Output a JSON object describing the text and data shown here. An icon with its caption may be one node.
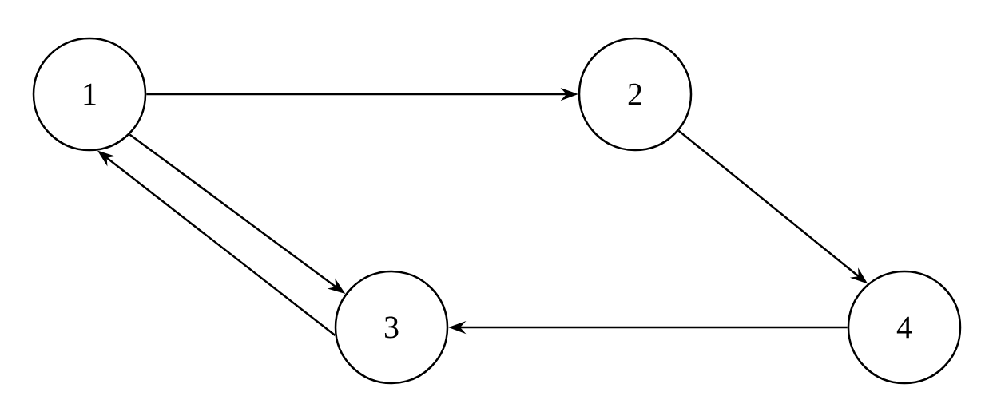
{
  "diagram": {
    "nodes": [
      {
        "text": [
          "1"
        ]
      },
      {
        "text": [
          "2"
        ]
      },
      {
        "text": [
          "3"
        ]
      },
      {
        "text": [
          "4"
        ]
      }
    ],
    "edges": [
      {
        "from": 0,
        "to": 1,
        "arrow": "to"
      },
      {
        "from": 0,
        "to": 2,
        "arrow": "to"
      },
      {
        "from": 2,
        "to": 0,
        "arrow": "to"
      },
      {
        "from": 1,
        "to": 3,
        "arrow": "to"
      },
      {
        "from": 3,
        "to": 2,
        "arrow": "to"
      }
    ]
  }
}
